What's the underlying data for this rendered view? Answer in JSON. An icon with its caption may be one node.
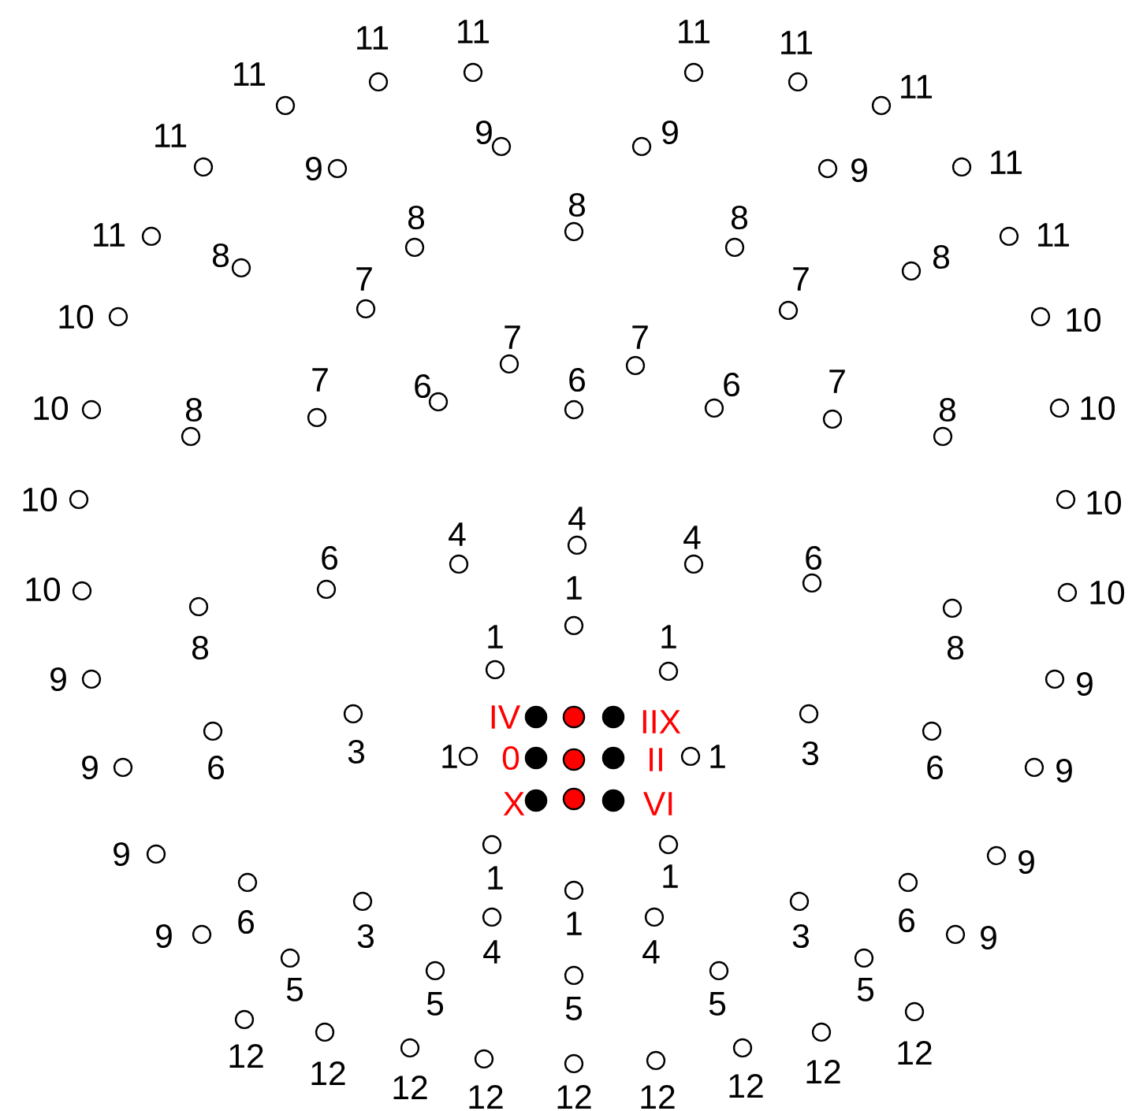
{
  "diagram": {
    "nodes": [
      {
        "text": [],
        "shape": "circle",
        "beside": [
          "11"
        ]
      },
      {
        "text": [],
        "shape": "circle",
        "beside": [
          "11"
        ]
      },
      {
        "text": [],
        "shape": "circle",
        "beside": [
          "11"
        ]
      },
      {
        "text": [],
        "shape": "circle",
        "beside": [
          "11"
        ]
      },
      {
        "text": [],
        "shape": "circle",
        "beside": [
          "9"
        ]
      },
      {
        "text": [],
        "shape": "circle",
        "beside": [
          "9"
        ]
      },
      {
        "text": [],
        "shape": "circle",
        "beside": [
          "11"
        ]
      },
      {
        "text": [],
        "shape": "circle",
        "beside": [
          "8"
        ]
      },
      {
        "text": [],
        "shape": "circle",
        "beside": [
          "8"
        ]
      },
      {
        "text": [],
        "shape": "circle",
        "beside": [
          "8"
        ]
      },
      {
        "text": [],
        "shape": "circle",
        "beside": [
          "7"
        ]
      },
      {
        "text": [],
        "shape": "circle",
        "beside": [
          "10"
        ]
      },
      {
        "text": [],
        "shape": "circle",
        "beside": [
          "7"
        ]
      },
      {
        "text": [],
        "shape": "circle",
        "beside": [
          "6"
        ]
      },
      {
        "text": [],
        "shape": "circle",
        "beside": [
          "6"
        ]
      },
      {
        "text": [],
        "shape": "circle",
        "beside": [
          "7"
        ]
      },
      {
        "text": [],
        "shape": "circle",
        "beside": [
          "10"
        ]
      },
      {
        "text": [],
        "shape": "circle",
        "beside": [
          "8"
        ]
      },
      {
        "text": [],
        "shape": "circle",
        "beside": [
          "11"
        ]
      },
      {
        "text": [],
        "shape": "circle",
        "beside": [
          "11"
        ]
      },
      {
        "text": [],
        "shape": "circle",
        "beside": [
          "11"
        ]
      },
      {
        "text": [],
        "shape": "circle",
        "beside": [
          "9"
        ]
      },
      {
        "text": [],
        "shape": "circle",
        "beside": [
          "9"
        ]
      },
      {
        "text": [],
        "shape": "circle",
        "beside": [
          "11"
        ]
      },
      {
        "text": [],
        "shape": "circle",
        "beside": [
          "11"
        ]
      },
      {
        "text": [],
        "shape": "circle",
        "beside": [
          "8"
        ]
      },
      {
        "text": [],
        "shape": "circle",
        "beside": [
          "8"
        ]
      },
      {
        "text": [],
        "shape": "circle",
        "beside": [
          "7"
        ]
      },
      {
        "text": [],
        "shape": "circle",
        "beside": [
          "7"
        ]
      },
      {
        "text": [],
        "shape": "circle",
        "beside": [
          "10"
        ]
      },
      {
        "text": [],
        "shape": "circle",
        "beside": [
          "6"
        ]
      },
      {
        "text": [],
        "shape": "circle",
        "beside": [
          "7"
        ]
      },
      {
        "text": [],
        "shape": "circle",
        "beside": [
          "10"
        ]
      },
      {
        "text": [],
        "shape": "circle",
        "beside": [
          "8"
        ]
      },
      {
        "text": [],
        "shape": "circle",
        "beside": [
          "10"
        ]
      },
      {
        "text": [],
        "shape": "circle",
        "beside": [
          "10"
        ]
      },
      {
        "text": [],
        "shape": "circle",
        "beside": [
          "4"
        ]
      },
      {
        "text": [],
        "shape": "circle",
        "beside": [
          "4"
        ]
      },
      {
        "text": [],
        "shape": "circle",
        "beside": [
          "4"
        ]
      },
      {
        "text": [],
        "shape": "circle",
        "beside": [
          "6"
        ]
      },
      {
        "text": [],
        "shape": "circle",
        "beside": [
          "6"
        ]
      },
      {
        "text": [],
        "shape": "circle",
        "beside": [
          "10"
        ]
      },
      {
        "text": [],
        "shape": "circle",
        "beside": [
          "10"
        ]
      },
      {
        "text": [],
        "shape": "circle",
        "beside": [
          "1"
        ]
      },
      {
        "text": [],
        "shape": "circle",
        "beside": [
          "8"
        ]
      },
      {
        "text": [],
        "shape": "circle",
        "beside": [
          "8"
        ]
      },
      {
        "text": [],
        "shape": "circle",
        "beside": [
          "1"
        ]
      },
      {
        "text": [],
        "shape": "circle",
        "beside": [
          "1"
        ]
      },
      {
        "text": [],
        "shape": "circle",
        "beside": [
          "9"
        ]
      },
      {
        "text": [],
        "shape": "circle",
        "beside": [
          "9"
        ]
      },
      {
        "text": [],
        "shape": "circle",
        "beside": [
          "3"
        ]
      },
      {
        "text": [],
        "shape": "circle",
        "beside": [
          "3"
        ]
      },
      {
        "text": [],
        "shape": "circle",
        "beside": [
          "6"
        ]
      },
      {
        "text": [],
        "shape": "circle",
        "beside": [
          "6"
        ]
      },
      {
        "text": [],
        "shape": "circle",
        "beside": [
          "1"
        ]
      },
      {
        "text": [],
        "shape": "circle",
        "beside": [
          "1"
        ]
      },
      {
        "text": [],
        "shape": "circle",
        "beside": [
          "9"
        ]
      },
      {
        "text": [],
        "shape": "circle",
        "beside": [
          "9"
        ]
      },
      {
        "text": [],
        "shape": "circle",
        "beside": [
          "IV"
        ]
      },
      {
        "text": [],
        "shape": "circle"
      },
      {
        "text": [],
        "shape": "circle",
        "beside": [
          "IIX"
        ]
      },
      {
        "text": [],
        "shape": "circle",
        "beside": [
          "0"
        ]
      },
      {
        "text": [],
        "shape": "circle"
      },
      {
        "text": [],
        "shape": "circle",
        "beside": [
          "II"
        ]
      },
      {
        "text": [],
        "shape": "circle",
        "beside": [
          "X"
        ]
      },
      {
        "text": [],
        "shape": "circle"
      },
      {
        "text": [],
        "shape": "circle",
        "beside": [
          "VI"
        ]
      },
      {
        "text": [],
        "shape": "circle",
        "beside": [
          "1"
        ]
      },
      {
        "text": [],
        "shape": "circle",
        "beside": [
          "1"
        ]
      },
      {
        "text": [],
        "shape": "circle",
        "beside": [
          "9"
        ]
      },
      {
        "text": [],
        "shape": "circle",
        "beside": [
          "9"
        ]
      },
      {
        "text": [],
        "shape": "circle",
        "beside": [
          "6"
        ]
      },
      {
        "text": [],
        "shape": "circle",
        "beside": [
          "6"
        ]
      },
      {
        "text": [],
        "shape": "circle",
        "beside": [
          "1"
        ]
      },
      {
        "text": [],
        "shape": "circle",
        "beside": [
          "3"
        ]
      },
      {
        "text": [],
        "shape": "circle",
        "beside": [
          "3"
        ]
      },
      {
        "text": [],
        "shape": "circle",
        "beside": [
          "9"
        ]
      },
      {
        "text": [],
        "shape": "circle",
        "beside": [
          "9"
        ]
      },
      {
        "text": [],
        "shape": "circle",
        "beside": [
          "4"
        ]
      },
      {
        "text": [],
        "shape": "circle",
        "beside": [
          "4"
        ]
      },
      {
        "text": [],
        "shape": "circle",
        "beside": [
          "5"
        ]
      },
      {
        "text": [],
        "shape": "circle",
        "beside": [
          "5"
        ]
      },
      {
        "text": [],
        "shape": "circle",
        "beside": [
          "5"
        ]
      },
      {
        "text": [],
        "shape": "circle",
        "beside": [
          "5"
        ]
      },
      {
        "text": [],
        "shape": "circle",
        "beside": [
          "5"
        ]
      },
      {
        "text": [],
        "shape": "circle",
        "beside": [
          "12"
        ]
      },
      {
        "text": [],
        "shape": "circle",
        "beside": [
          "12"
        ]
      },
      {
        "text": [],
        "shape": "circle",
        "beside": [
          "12"
        ]
      },
      {
        "text": [],
        "shape": "circle",
        "beside": [
          "12"
        ]
      },
      {
        "text": [],
        "shape": "circle",
        "beside": [
          "12"
        ]
      },
      {
        "text": [],
        "shape": "circle",
        "beside": [
          "12"
        ]
      },
      {
        "text": [],
        "shape": "circle",
        "beside": [
          "12"
        ]
      },
      {
        "text": [],
        "shape": "circle",
        "beside": [
          "12"
        ]
      },
      {
        "text": [],
        "shape": "circle",
        "beside": [
          "12"
        ]
      }
    ]
  }
}
